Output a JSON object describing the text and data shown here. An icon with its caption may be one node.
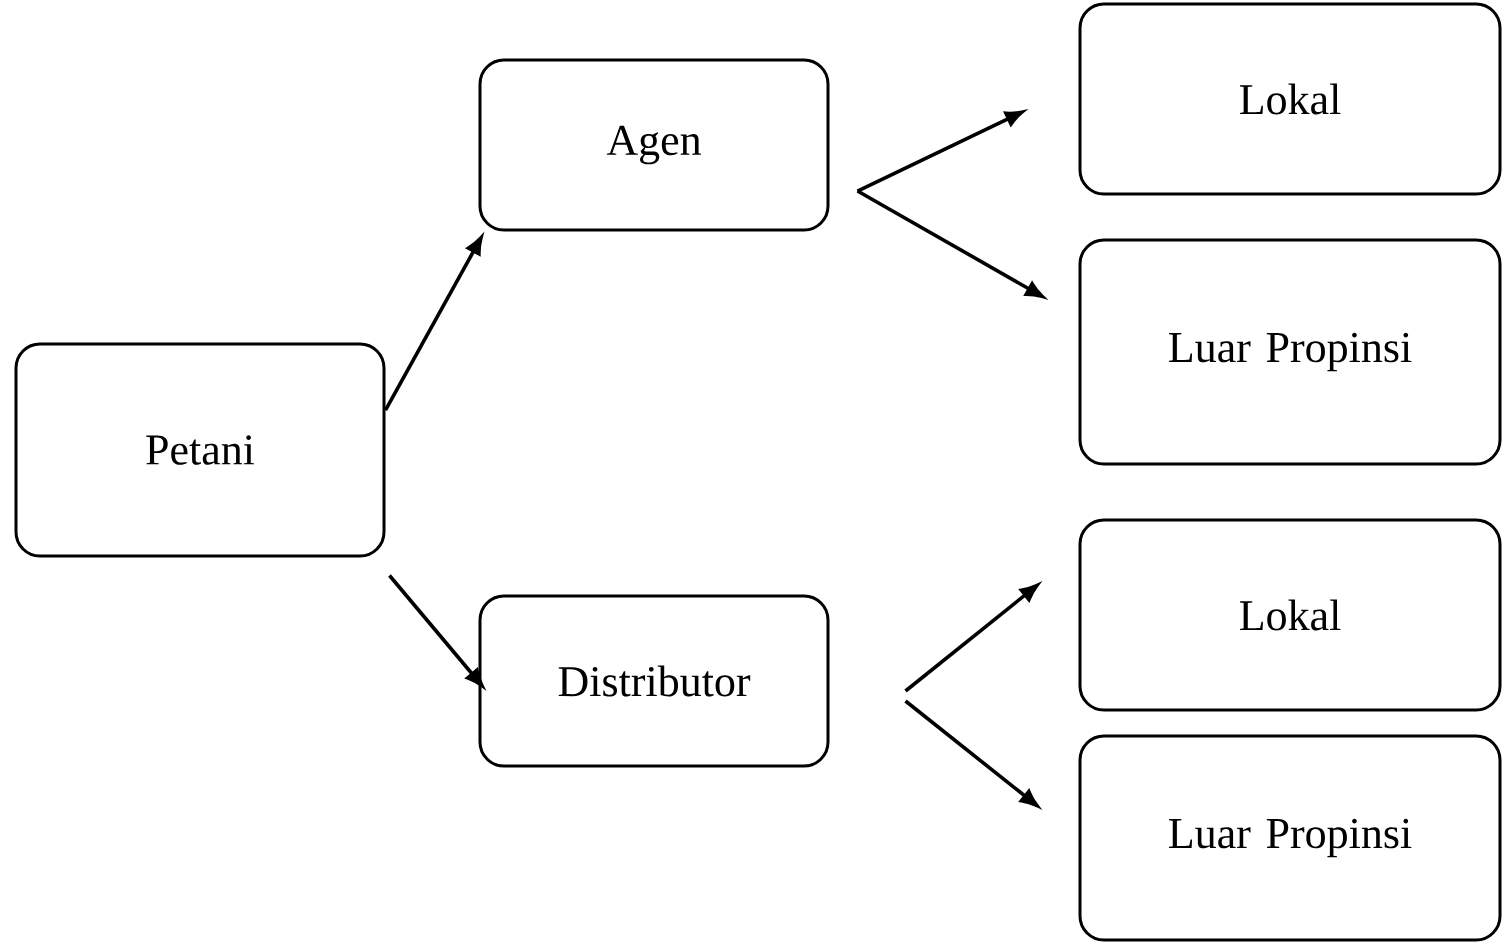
{
  "diagram": {
    "nodes": [
      {
        "text": [
          "Petani"
        ]
      },
      {
        "text": [
          "Agen"
        ]
      },
      {
        "text": [
          "Distributor"
        ]
      },
      {
        "text": [
          "Lokal"
        ]
      },
      {
        "text": [
          "Luar Propinsi"
        ]
      },
      {
        "text": [
          "Lokal"
        ]
      },
      {
        "text": [
          "Luar Propinsi"
        ]
      }
    ],
    "edges": [
      {
        "from": 0,
        "to": 1,
        "arrow": "to"
      },
      {
        "from": 0,
        "to": 2,
        "arrow": "to"
      },
      {
        "from": 1,
        "to": 3,
        "arrow": "to"
      },
      {
        "from": 1,
        "to": 4,
        "arrow": "to"
      },
      {
        "from": 2,
        "to": 5,
        "arrow": "to"
      },
      {
        "from": 2,
        "to": 6,
        "arrow": "to"
      }
    ]
  }
}
